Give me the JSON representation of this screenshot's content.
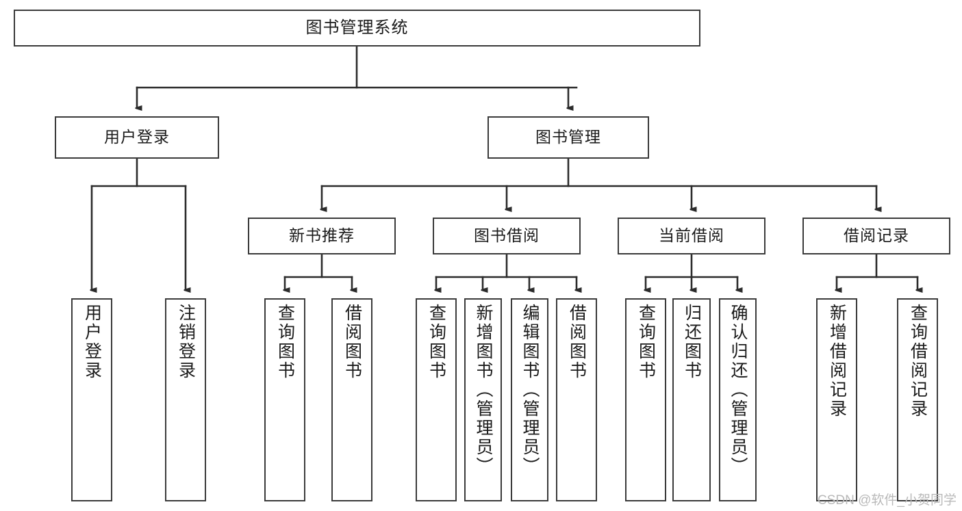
{
  "diagram": {
    "type": "tree",
    "title": "图书管理系统",
    "watermark": "CSDN @软件_小贺同学",
    "colors": {
      "box_border": "#3a3a3a",
      "box_fill": "#ffffff",
      "line": "#2b2b2b",
      "text": "#1a1a1a",
      "watermark": "#b9b9b9"
    },
    "nodes": {
      "root": {
        "label": "图书管理系统"
      },
      "level2": [
        {
          "label": "用户登录"
        },
        {
          "label": "图书管理"
        }
      ],
      "level3": [
        {
          "label": "新书推荐"
        },
        {
          "label": "图书借阅"
        },
        {
          "label": "当前借阅"
        },
        {
          "label": "借阅记录"
        }
      ],
      "leaves": {
        "user_login": [
          {
            "label": "用户登录"
          },
          {
            "label": "注销登录"
          }
        ],
        "new_book": [
          {
            "label": "查询图书"
          },
          {
            "label": "借阅图书"
          }
        ],
        "borrow_book": [
          {
            "label": "查询图书"
          },
          {
            "label": "新增图书（管理员）"
          },
          {
            "label": "编辑图书（管理员）"
          },
          {
            "label": "借阅图书"
          }
        ],
        "current_borrow": [
          {
            "label": "查询图书"
          },
          {
            "label": "归还图书"
          },
          {
            "label": "确认归还（管理员）"
          }
        ],
        "borrow_record": [
          {
            "label": "新增借阅记录"
          },
          {
            "label": "查询借阅记录"
          }
        ]
      }
    },
    "edges": [
      {
        "from": "图书管理系统",
        "to": "用户登录"
      },
      {
        "from": "图书管理系统",
        "to": "图书管理"
      },
      {
        "from": "用户登录",
        "to": "用户登录"
      },
      {
        "from": "用户登录",
        "to": "注销登录"
      },
      {
        "from": "图书管理",
        "to": "新书推荐"
      },
      {
        "from": "图书管理",
        "to": "图书借阅"
      },
      {
        "from": "图书管理",
        "to": "当前借阅"
      },
      {
        "from": "图书管理",
        "to": "借阅记录"
      },
      {
        "from": "新书推荐",
        "to": "查询图书"
      },
      {
        "from": "新书推荐",
        "to": "借阅图书"
      },
      {
        "from": "图书借阅",
        "to": "查询图书"
      },
      {
        "from": "图书借阅",
        "to": "新增图书（管理员）"
      },
      {
        "from": "图书借阅",
        "to": "编辑图书（管理员）"
      },
      {
        "from": "图书借阅",
        "to": "借阅图书"
      },
      {
        "from": "当前借阅",
        "to": "查询图书"
      },
      {
        "from": "当前借阅",
        "to": "归还图书"
      },
      {
        "from": "当前借阅",
        "to": "确认归还（管理员）"
      },
      {
        "from": "借阅记录",
        "to": "新增借阅记录"
      },
      {
        "from": "借阅记录",
        "to": "查询借阅记录"
      }
    ]
  }
}
